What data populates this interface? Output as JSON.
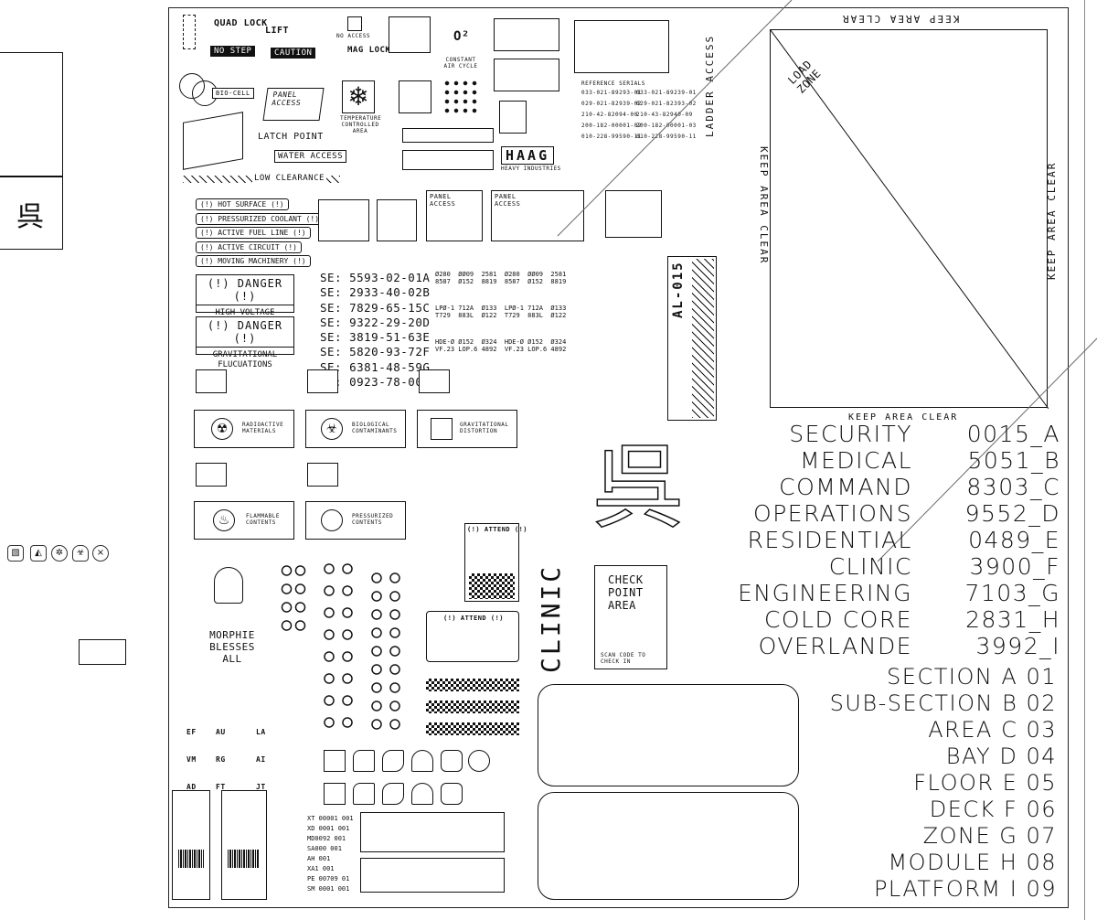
{
  "toolbox": {
    "glyph": "呉",
    "buttons": [
      "sticker-icon",
      "hazard-icon",
      "radiation-icon",
      "biohazard-icon",
      "close-icon"
    ],
    "close_glyph": "×"
  },
  "labels": {
    "quad_lock": "QUAD LOCK",
    "lift": "LIFT",
    "no_access": "NO ACCESS",
    "no_step": "NO STEP",
    "caution": "CAUTION",
    "mag_lock": "MAG LOCK",
    "constant_air_cycle": "CONSTANT AIR CYCLE",
    "o2": "O²",
    "bio_cell": "BIO-CELL",
    "panel_access": "PANEL ACCESS",
    "temperature_controlled": "TEMPERATURE CONTROLLED AREA",
    "latch_point": "LATCH POINT",
    "water_access": "WATER ACCESS",
    "low_clearance": "LOW CLEARANCE",
    "heavy_industries": "HEAVY INDUSTRIES",
    "haag": "HAAG",
    "ladder_access": "LADDER ACCESS",
    "load_zone": "LOAD ZONE",
    "keep_area_clear": "KEEP AREA CLEAR",
    "al_015": "AL-015",
    "clinic_vertical": "CLINIC",
    "check_point_area": "CHECK POINT AREA",
    "scan_code": "SCAN CODE TO CHECK IN",
    "attend": "(!) ATTEND (!)",
    "morphie": "MORPHIE BLESSES ALL",
    "big_glyph": "呉",
    "reference_serials": "REFERENCE SERIALS"
  },
  "hazard_tags": [
    "(!) HOT SURFACE (!)",
    "(!) PRESSURIZED COOLANT (!)",
    "(!) ACTIVE FUEL LINE (!)",
    "(!) ACTIVE CIRCUIT (!)",
    "(!) MOVING MACHINERY (!)"
  ],
  "danger_signs": [
    {
      "head": "(!) DANGER (!)",
      "body": "HIGH VOLTAGE"
    },
    {
      "head": "(!) DANGER (!)",
      "body": "GRAVITATIONAL FLUCUATIONS"
    }
  ],
  "warning_panels": [
    "RADIOACTIVE MATERIALS",
    "BIOLOGICAL CONTAMINANTS",
    "GRAVITATIONAL DISTORTION",
    "FLAMMABLE CONTENTS",
    "PRESSURIZED CONTENTS"
  ],
  "serials": [
    "SE: 5593-02-01A",
    "SE: 2933-40-02B",
    "SE: 7829-65-15C",
    "SE: 9322-29-20D",
    "SE: 3819-51-63E",
    "SE: 5820-93-72F",
    "SE: 6381-48-59G",
    "SE: 0923-78-00H"
  ],
  "reference_serials": [
    [
      "033-021-89293-01",
      "033-021-89239-01"
    ],
    [
      "029-021-82939-02",
      "029-021-82393-02"
    ],
    [
      "210-42-82094-00",
      "210-43-82940-09"
    ],
    [
      "200-182-00001-02",
      "200-182-00001-03"
    ],
    [
      "010-228-99590-11",
      "010-228-99590-11"
    ]
  ],
  "code_grid": [
    "Ø280  ØØ09  2581  Ø280  ØØ09  2581",
    "8587  Ø152  8819  8587  Ø152  8819",
    "LPØ-1 712A  Ø133  LPØ-1 712A  Ø133",
    "T729  883L  Ø122  T729  883L  Ø122",
    "HDE-Ø Ø152  Ø324  HDE-Ø Ø152  Ø324",
    "VF.23 LOP.6 4892  VF.23 LOP.6 4892"
  ],
  "departments": [
    {
      "name": "SECURITY",
      "code": "0015_A"
    },
    {
      "name": "MEDICAL",
      "code": "5051_B"
    },
    {
      "name": "COMMAND",
      "code": "8303_C"
    },
    {
      "name": "OPERATIONS",
      "code": "9552_D"
    },
    {
      "name": "RESIDENTIAL",
      "code": "0489_E"
    },
    {
      "name": "CLINIC",
      "code": "3900_F"
    },
    {
      "name": "ENGINEERING",
      "code": "7103_G"
    },
    {
      "name": "COLD CORE",
      "code": "2831_H"
    },
    {
      "name": "OVERLANDE",
      "code": "3992_I"
    }
  ],
  "sections": [
    "SECTION A 01",
    "SUB-SECTION B 02",
    "AREA C 03",
    "BAY D 04",
    "FLOOR E 05",
    "DECK F 06",
    "ZONE G 07",
    "MODULE H 08",
    "PLATFORM I 09"
  ],
  "tiny_codes": [
    "EF",
    "AU",
    "LA",
    "VM",
    "RG",
    "AI",
    "AD",
    "FT",
    "JT"
  ],
  "barcode_codes": [
    "XT 00001 001",
    "XD 0001 001",
    "MD0092 001",
    "SA000 001",
    "AH 001",
    "XA1 001",
    "PE 00709 01",
    "SM 0001 001"
  ]
}
